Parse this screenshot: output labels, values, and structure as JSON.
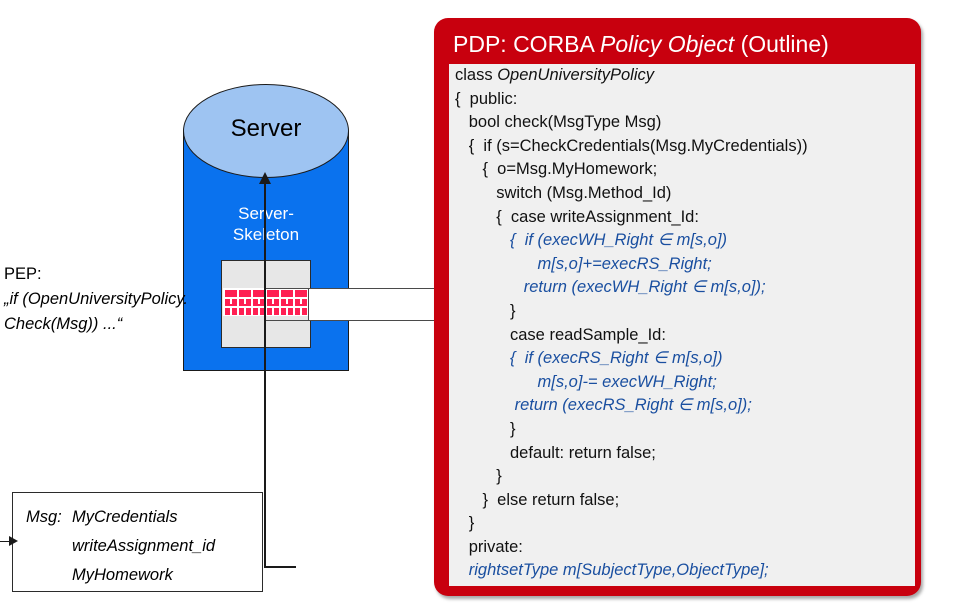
{
  "diagram": {
    "server": {
      "cylinder_label": "Server",
      "skeleton_label_line1": "Server-",
      "skeleton_label_line2": "Skeleton",
      "body_color": "#0a72ee",
      "top_color": "#9ec4f2",
      "brick_color": "#ff1f52"
    },
    "pep": {
      "title": "PEP:",
      "line1": "„if (OpenUniversityPolicy.",
      "line2": "Check(Msg)) ...“"
    },
    "msg_box": {
      "label": "Msg:",
      "fields": [
        "MyCredentials",
        "writeAssignment_id",
        "MyHomework"
      ]
    }
  },
  "pdp": {
    "title_plain1": "PDP: CORBA ",
    "title_italic": "Policy Object",
    "title_plain2": " (Outline)",
    "panel_color": "#c8000e",
    "code_bg": "#f0f0f0",
    "code_accent_color": "#1a4fa0",
    "code_lines": [
      {
        "text": "class ",
        "italic_text": "OpenUniversityPolicy",
        "blue": false
      },
      {
        "text": "{  public:",
        "blue": false
      },
      {
        "text": "   bool check(MsgType Msg)",
        "blue": false
      },
      {
        "text": "   {  if (s=CheckCredentials(Msg.MyCredentials))",
        "blue": false
      },
      {
        "text": "      {  o=Msg.MyHomework;",
        "blue": false
      },
      {
        "text": "         switch (Msg.Method_Id)",
        "blue": false
      },
      {
        "text": "         {  case writeAssignment_Id:",
        "blue": false
      },
      {
        "text": "            {  if (execWH_Right ∈ m[s,o])",
        "blue": true
      },
      {
        "text": "                  m[s,o]+=execRS_Right;",
        "blue": true
      },
      {
        "text": "               return (execWH_Right ∈ m[s,o]);",
        "blue": true
      },
      {
        "text": "            }",
        "blue": false
      },
      {
        "text": "            case readSample_Id:",
        "blue": false
      },
      {
        "text": "            {  if (execRS_Right ∈ m[s,o])",
        "blue": true
      },
      {
        "text": "                  m[s,o]-= execWH_Right;",
        "blue": true
      },
      {
        "text": "             return (execRS_Right ∈ m[s,o]);",
        "blue": true
      },
      {
        "text": "            }",
        "blue": false
      },
      {
        "text": "            default: return false;",
        "blue": false
      },
      {
        "text": "         }",
        "blue": false
      },
      {
        "text": "      }  else return false;",
        "blue": false
      },
      {
        "text": "   }",
        "blue": false
      },
      {
        "text": "   private:",
        "blue": false
      },
      {
        "text": "   rightsetType m[SubjectType,ObjectType];",
        "blue": true
      },
      {
        "text": "}",
        "blue": false
      }
    ]
  }
}
